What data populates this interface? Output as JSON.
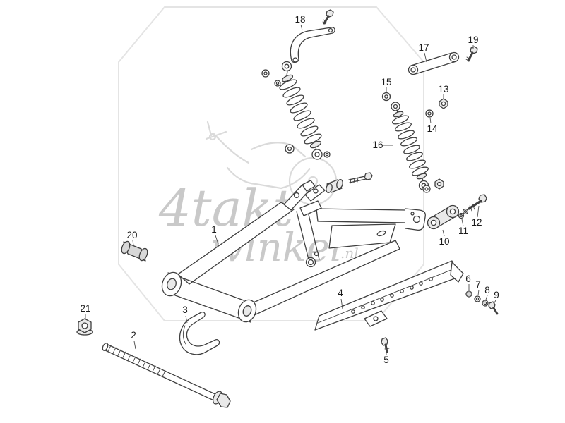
{
  "colors": {
    "background": "#ffffff",
    "line": "#3f3f3f",
    "watermark": "#c9c9c9"
  },
  "watermark": {
    "word_top": "4takt",
    "word_bottom": "winkel",
    "suffix": ".nl"
  },
  "part_labels": [
    "1",
    "2",
    "3",
    "4",
    "5",
    "6",
    "7",
    "8",
    "9",
    "10",
    "11",
    "12",
    "13",
    "14",
    "15",
    "16",
    "17",
    "18",
    "19",
    "20",
    "21"
  ]
}
